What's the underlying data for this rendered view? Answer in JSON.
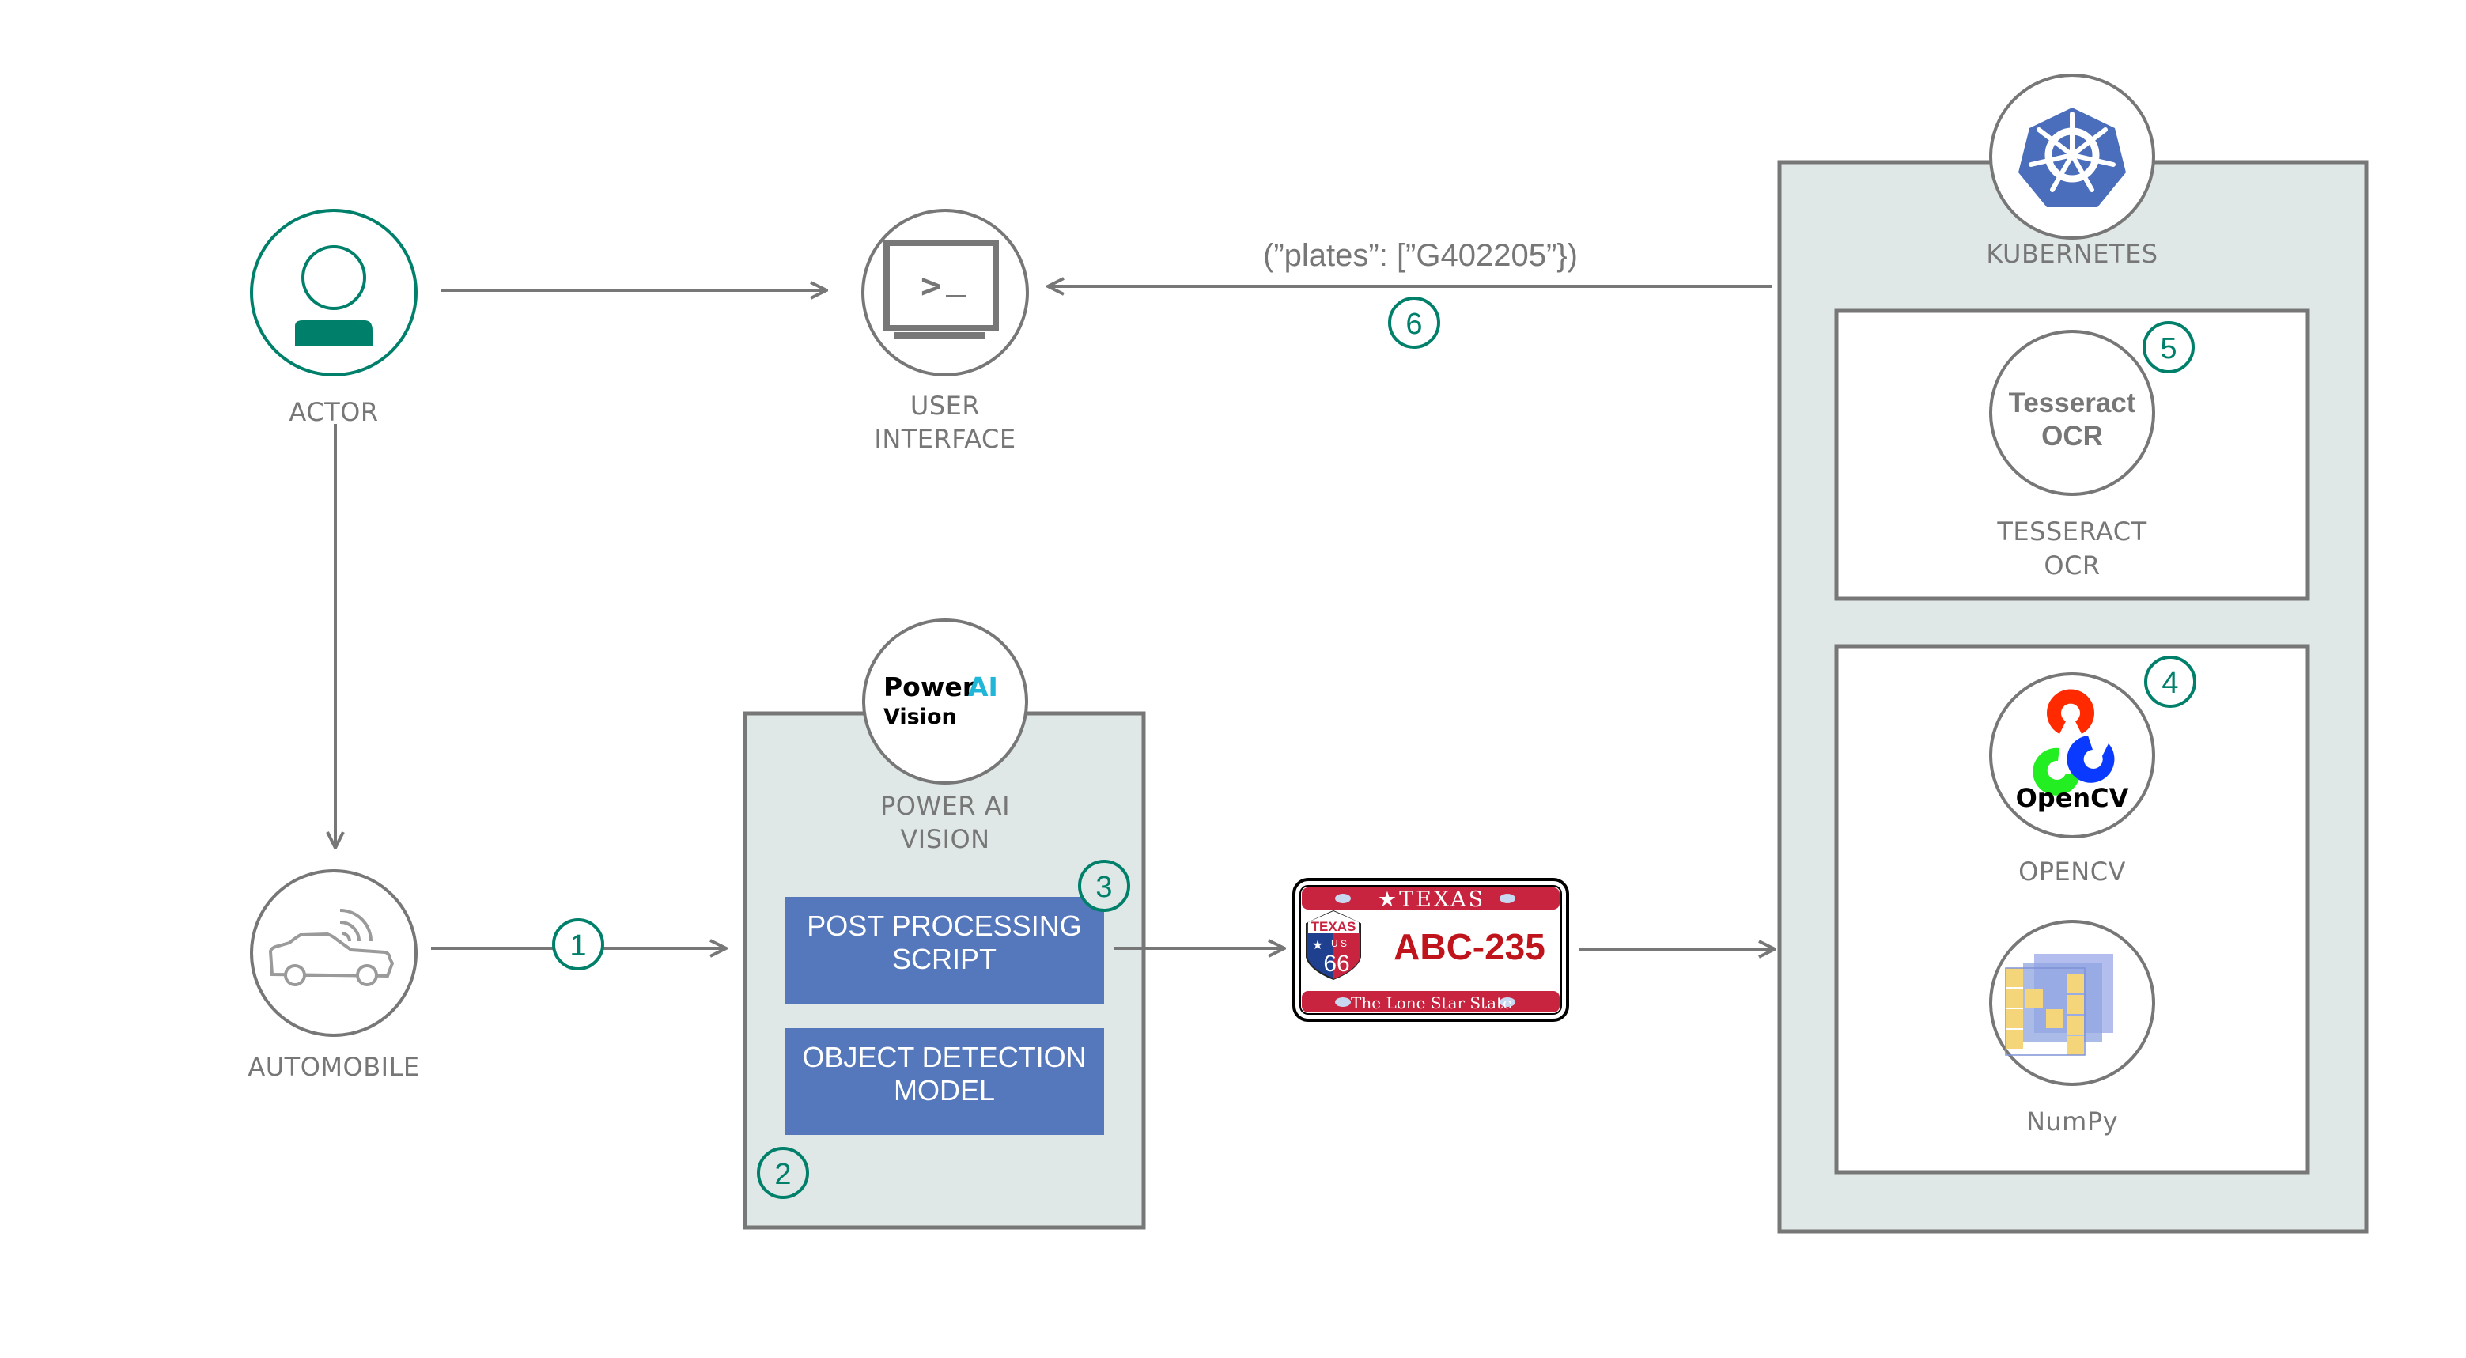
{
  "colors": {
    "line": "#777777",
    "accent_green": "#00806b",
    "container_fill": "#dfe8e6",
    "process_box": "#5577bb",
    "k8s_blue": "#4a6ebc",
    "powerai_cyan": "#1fb6d8",
    "plate_red": "#c8233f"
  },
  "nodes": {
    "actor": {
      "label": "ACTOR",
      "icon": "user-icon"
    },
    "user_interface": {
      "label_line1": "USER",
      "label_line2": "INTERFACE",
      "icon": "terminal-icon"
    },
    "automobile": {
      "label": "AUTOMOBILE",
      "icon": "connected-car-icon"
    },
    "powerai": {
      "logo_word1": "Power",
      "logo_word2": "AI",
      "logo_word3": "Vision",
      "label_line1": "POWER AI",
      "label_line2": "VISION",
      "boxes": [
        {
          "line1": "POST PROCESSING",
          "line2": "SCRIPT"
        },
        {
          "line1": "OBJECT DETECTION",
          "line2": "MODEL"
        }
      ]
    },
    "license_plate": {
      "state": "★TEXAS",
      "number": "ABC-235",
      "slogan": "The Lone Star State",
      "shield_top": "TEXAS",
      "shield_us": "U S",
      "shield_num": "66"
    },
    "kubernetes": {
      "label": "KUBERNETES",
      "icon": "kubernetes-helm-icon",
      "tesseract": {
        "logo_line1": "Tesseract",
        "logo_line2": "OCR",
        "label_line1": "TESSERACT",
        "label_line2": "OCR"
      },
      "opencv": {
        "logo_text": "OpenCV",
        "label": "OPENCV"
      },
      "numpy": {
        "label": "NumPy"
      }
    }
  },
  "edges": {
    "response_payload": "(”plates”: [”G402205”})"
  },
  "steps": [
    "1",
    "2",
    "3",
    "4",
    "5",
    "6"
  ]
}
